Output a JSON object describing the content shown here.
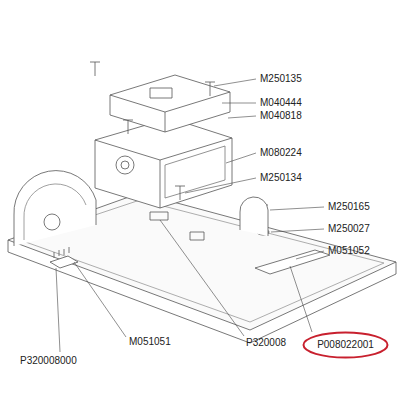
{
  "diagram": {
    "nodes": [
      {
        "text": [
          "P008022001"
        ]
      }
    ],
    "labels": [
      "M250135",
      "M040444",
      "M040818",
      "M080224",
      "M250134",
      "M250165",
      "M250027",
      "M051052",
      "M051051",
      "P320008",
      "P320008000"
    ]
  }
}
